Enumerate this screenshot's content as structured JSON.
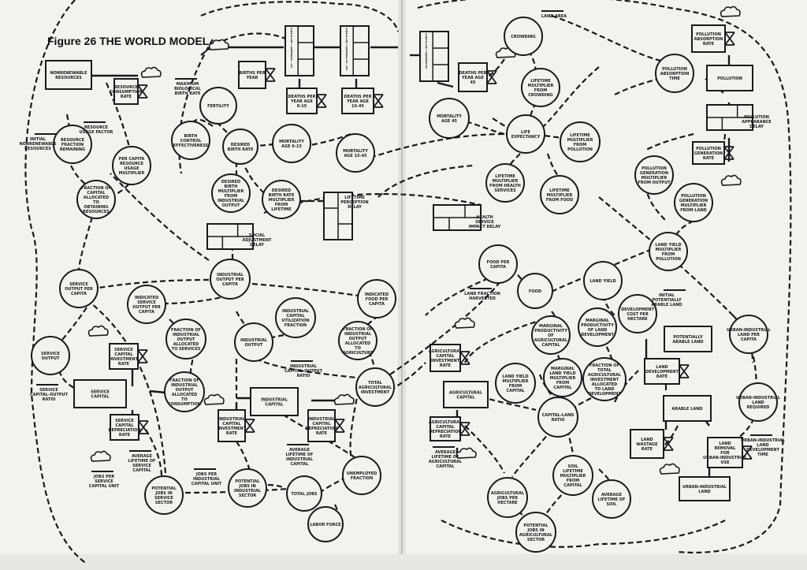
{
  "figure_title": "Figure 26 THE WORLD MODEL",
  "levels": [
    {
      "id": "nonrenewable_resources",
      "label": "NONRENEWABLE RESOURCES"
    },
    {
      "id": "pop_0_15",
      "label": "POPULATION AGE 0-15"
    },
    {
      "id": "pop_15_45",
      "label": "POPULATION AGE 15-45"
    },
    {
      "id": "pop_45",
      "label": "POPULATION AGE 45"
    },
    {
      "id": "service_capital",
      "label": "SERVICE CAPITAL"
    },
    {
      "id": "industrial_capital",
      "label": "INDUSTRIAL CAPITAL"
    },
    {
      "id": "agricultural_capital",
      "label": "AGRICULTURAL CAPITAL"
    },
    {
      "id": "potentially_arable_land",
      "label": "POTENTIALLY ARABLE LAND"
    },
    {
      "id": "arable_land",
      "label": "ARABLE LAND"
    },
    {
      "id": "urban_industrial_land",
      "label": "URBAN-INDUSTRIAL LAND"
    },
    {
      "id": "pollution",
      "label": "POLLUTION"
    }
  ],
  "rates": [
    {
      "id": "resource_consumption_rate",
      "label": "RESOURCE CONSUMPTION RATE"
    },
    {
      "id": "births",
      "label": "BIRTHS PER YEAR"
    },
    {
      "id": "deaths_0_15",
      "label": "DEATHS PER YEAR AGE 0-15"
    },
    {
      "id": "deaths_15_45",
      "label": "DEATHS PER YEAR AGE 15-45"
    },
    {
      "id": "deaths_45",
      "label": "DEATHS PER YEAR AGE 45"
    },
    {
      "id": "svc_inv",
      "label": "SERVICE CAPITAL INVESTMENT RATE"
    },
    {
      "id": "svc_dep",
      "label": "SERVICE CAPITAL DEPRECIATION RATE"
    },
    {
      "id": "ind_inv",
      "label": "INDUSTRIAL CAPITAL INVESTMENT RATE"
    },
    {
      "id": "ind_dep",
      "label": "INDUSTRIAL CAPITAL DEPRECIATION RATE"
    },
    {
      "id": "ag_inv",
      "label": "AGRICULTURAL CAPITAL INVESTMENT RATE"
    },
    {
      "id": "ag_dep",
      "label": "AGRICULTURAL CAPITAL DEPRECIATION RATE"
    },
    {
      "id": "land_dev",
      "label": "LAND DEVELOPMENT RATE"
    },
    {
      "id": "land_waste",
      "label": "LAND WASTAGE RATE"
    },
    {
      "id": "land_removal",
      "label": "LAND REMOVAL FOR URBAN-INDUSTRIAL USE"
    },
    {
      "id": "poll_gen",
      "label": "POLLUTION GENERATION RATE"
    },
    {
      "id": "poll_abs",
      "label": "POLLUTION ABSORPTION RATE"
    }
  ],
  "auxiliaries": [
    {
      "id": "resource_fraction_remaining",
      "label": "RESOURCE FRACTION REMAINING"
    },
    {
      "id": "per_capita_resource_usage_multiplier",
      "label": "PER CAPITA RESOURCE USAGE MULTIPLIER"
    },
    {
      "id": "fraction_capital_resources",
      "label": "FRACTION OF CAPITAL ALLOCATED TO OBTAINING RESOURCES"
    },
    {
      "id": "fertility",
      "label": "FERTILITY"
    },
    {
      "id": "birth_control",
      "label": "BIRTH CONTROL EFFECTIVENESS"
    },
    {
      "id": "desired_birth_rate",
      "label": "DESIRED BIRTH RATE"
    },
    {
      "id": "desired_birth_mult_io",
      "label": "DESIRED BIRTH MULTIPLIER FROM INDUSTRIAL OUTPUT"
    },
    {
      "id": "desired_birth_mult_lifetime",
      "label": "DESIRED BIRTH RATE MULTIPLIER FROM LIFETIME"
    },
    {
      "id": "mortality_0_15",
      "label": "MORTALITY AGE 0-15"
    },
    {
      "id": "mortality_15_45",
      "label": "MORTALITY AGE 15-45"
    },
    {
      "id": "mortality_45",
      "label": "MORTALITY AGE 45"
    },
    {
      "id": "crowding",
      "label": "CROWDING"
    },
    {
      "id": "lifetime_mult_crowding",
      "label": "LIFETIME MULTIPLIER FROM CROWDING"
    },
    {
      "id": "life_expectancy",
      "label": "LIFE EXPECTANCY"
    },
    {
      "id": "lifetime_mult_pollution",
      "label": "LIFETIME MULTIPLIER FROM POLLUTION"
    },
    {
      "id": "lifetime_mult_health",
      "label": "LIFETIME MULTIPLIER FROM HEALTH SERVICES"
    },
    {
      "id": "lifetime_mult_food",
      "label": "LIFETIME MULTIPLIER FROM FOOD"
    },
    {
      "id": "pollution_absorption_time",
      "label": "POLLUTION ABSORPTION TIME"
    },
    {
      "id": "poll_gen_mult_output",
      "label": "POLLUTION GENERATION MULTIPLIER FROM OUTPUT"
    },
    {
      "id": "poll_gen_mult_land",
      "label": "POLLUTION GENERATION MULTIPLIER FROM LAND"
    },
    {
      "id": "land_yield_mult_pollution",
      "label": "LAND YIELD MULTIPLIER FROM POLLUTION"
    },
    {
      "id": "service_output_pc",
      "label": "SERVICE OUTPUT PER CAPITA"
    },
    {
      "id": "indicated_service_output_pc",
      "label": "INDICATED SERVICE OUTPUT PER CAPITA"
    },
    {
      "id": "industrial_output_pc",
      "label": "INDUSTRIAL OUTPUT PER CAPITA"
    },
    {
      "id": "indicated_food_pc",
      "label": "INDICATED FOOD PER CAPITA"
    },
    {
      "id": "service_output",
      "label": "SERVICE OUTPUT"
    },
    {
      "id": "frac_io_services",
      "label": "FRACTION OF INDUSTRIAL OUTPUT ALLOCATED TO SERVICES"
    },
    {
      "id": "industrial_output",
      "label": "INDUSTRIAL OUTPUT"
    },
    {
      "id": "ind_cap_utilization",
      "label": "INDUSTRIAL CAPITAL UTILIZATION FRACTION"
    },
    {
      "id": "frac_io_agriculture",
      "label": "FRACTION OF INDUSTRIAL OUTPUT ALLOCATED TO AGRICULTURE"
    },
    {
      "id": "total_ag_investment",
      "label": "TOTAL AGRICULTURAL INVESTMENT"
    },
    {
      "id": "frac_io_consumption",
      "label": "FRACTION OF INDUSTRIAL OUTPUT ALLOCATED TO CONSUMPTION"
    },
    {
      "id": "unemployed_fraction",
      "label": "UNEMPLOYED FRACTION"
    },
    {
      "id": "potential_jobs_service",
      "label": "POTENTIAL JOBS IN SERVICE SECTOR"
    },
    {
      "id": "potential_jobs_industrial",
      "label": "POTENTIAL JOBS IN INDUSTRIAL SECTOR"
    },
    {
      "id": "total_jobs",
      "label": "TOTAL JOBS"
    },
    {
      "id": "labor_force",
      "label": "LABOR FORCE"
    },
    {
      "id": "food_pc",
      "label": "FOOD PER CAPITA"
    },
    {
      "id": "food",
      "label": "FOOD"
    },
    {
      "id": "land_yield",
      "label": "LAND YIELD"
    },
    {
      "id": "development_cost",
      "label": "DEVELOPMENT COST PER HECTARE"
    },
    {
      "id": "marginal_prod_ag_capital",
      "label": "MARGINAL PRODUCTIVITY OF AGRICULTURAL CAPITAL"
    },
    {
      "id": "marginal_prod_land_dev",
      "label": "MARGINAL PRODUCTIVITY OF LAND DEVELOPMENT"
    },
    {
      "id": "land_yield_mult_capital",
      "label": "LAND YIELD MULTIPLIER FROM CAPITAL"
    },
    {
      "id": "marginal_land_yield_mult_capital",
      "label": "MARGINAL LAND YIELD MULTIPLIER FROM CAPITAL"
    },
    {
      "id": "frac_ag_inv_land_dev",
      "label": "FRACTION OF TOTAL AGRICULTURAL INVESTMENT ALLOCATED TO LAND DEVELOPMENT"
    },
    {
      "id": "capital_land_ratio",
      "label": "CAPITAL-LAND RATIO"
    },
    {
      "id": "urban_land_pc",
      "label": "URBAN-INDUSTRIAL LAND PER CAPITA"
    },
    {
      "id": "urban_land_required",
      "label": "URBAN-INDUSTRIAL LAND REQUIRED"
    },
    {
      "id": "soil_lifetime_mult_capital",
      "label": "SOIL LIFETIME MULTIPLIER FROM CAPITAL"
    },
    {
      "id": "average_lifetime_soil",
      "label": "AVERAGE LIFETIME OF SOIL"
    },
    {
      "id": "ag_jobs_per_hectare",
      "label": "AGRICULTURAL JOBS PER HECTARE"
    },
    {
      "id": "potential_jobs_ag",
      "label": "POTENTIAL JOBS IN AGRICULTURAL SECTOR"
    }
  ],
  "delays": [
    {
      "id": "social_adjustment_delay",
      "label": "SOCIAL ADJUSTMENT DELAY"
    },
    {
      "id": "lifetime_perception_delay",
      "label": "LIFETIME PERCEPTION DELAY"
    },
    {
      "id": "health_service_impact_delay",
      "label": "HEALTH SERVICE IMPACT DELAY"
    },
    {
      "id": "pollution_appearance_delay",
      "label": "POLLUTION APPEARANCE DELAY"
    }
  ],
  "constants": [
    {
      "id": "initial_nonrenewable",
      "label": "INITIAL NONRENEWABLE RESOURCES"
    },
    {
      "id": "resource_usage_factor",
      "label": "RESOURCE USAGE FACTOR"
    },
    {
      "id": "max_bio_birth_rate",
      "label": "MAXIMUM BIOLOGICAL BIRTH RATE"
    },
    {
      "id": "land_area",
      "label": "LAND AREA"
    },
    {
      "id": "service_cap_output_ratio",
      "label": "SERVICE CAPITAL-OUTPUT RATIO"
    },
    {
      "id": "ind_cap_output_ratio",
      "label": "INDUSTRIAL CAPITAL-OUTPUT RATIO"
    },
    {
      "id": "avg_life_service_cap",
      "label": "AVERAGE LIFETIME OF SERVICE CAPITAL"
    },
    {
      "id": "avg_life_ind_cap",
      "label": "AVERAGE LIFETIME OF INDUSTRIAL CAPITAL"
    },
    {
      "id": "jobs_per_service_cap",
      "label": "JOBS PER SERVICE CAPITAL UNIT"
    },
    {
      "id": "jobs_per_ind_cap",
      "label": "JOBS PER INDUSTRIAL CAPITAL UNIT"
    },
    {
      "id": "avg_life_ag_cap",
      "label": "AVERAGE LIFETIME OF AGRICULTURAL CAPITAL"
    },
    {
      "id": "land_fraction_harvested",
      "label": "LAND FRACTION HARVESTED"
    },
    {
      "id": "initial_pot_arable",
      "label": "INITIAL POTENTIALLY ARABLE LAND"
    },
    {
      "id": "urban_land_dev_time",
      "label": "URBAN-INDUSTRIAL LAND DEVELOPMENT TIME"
    }
  ]
}
